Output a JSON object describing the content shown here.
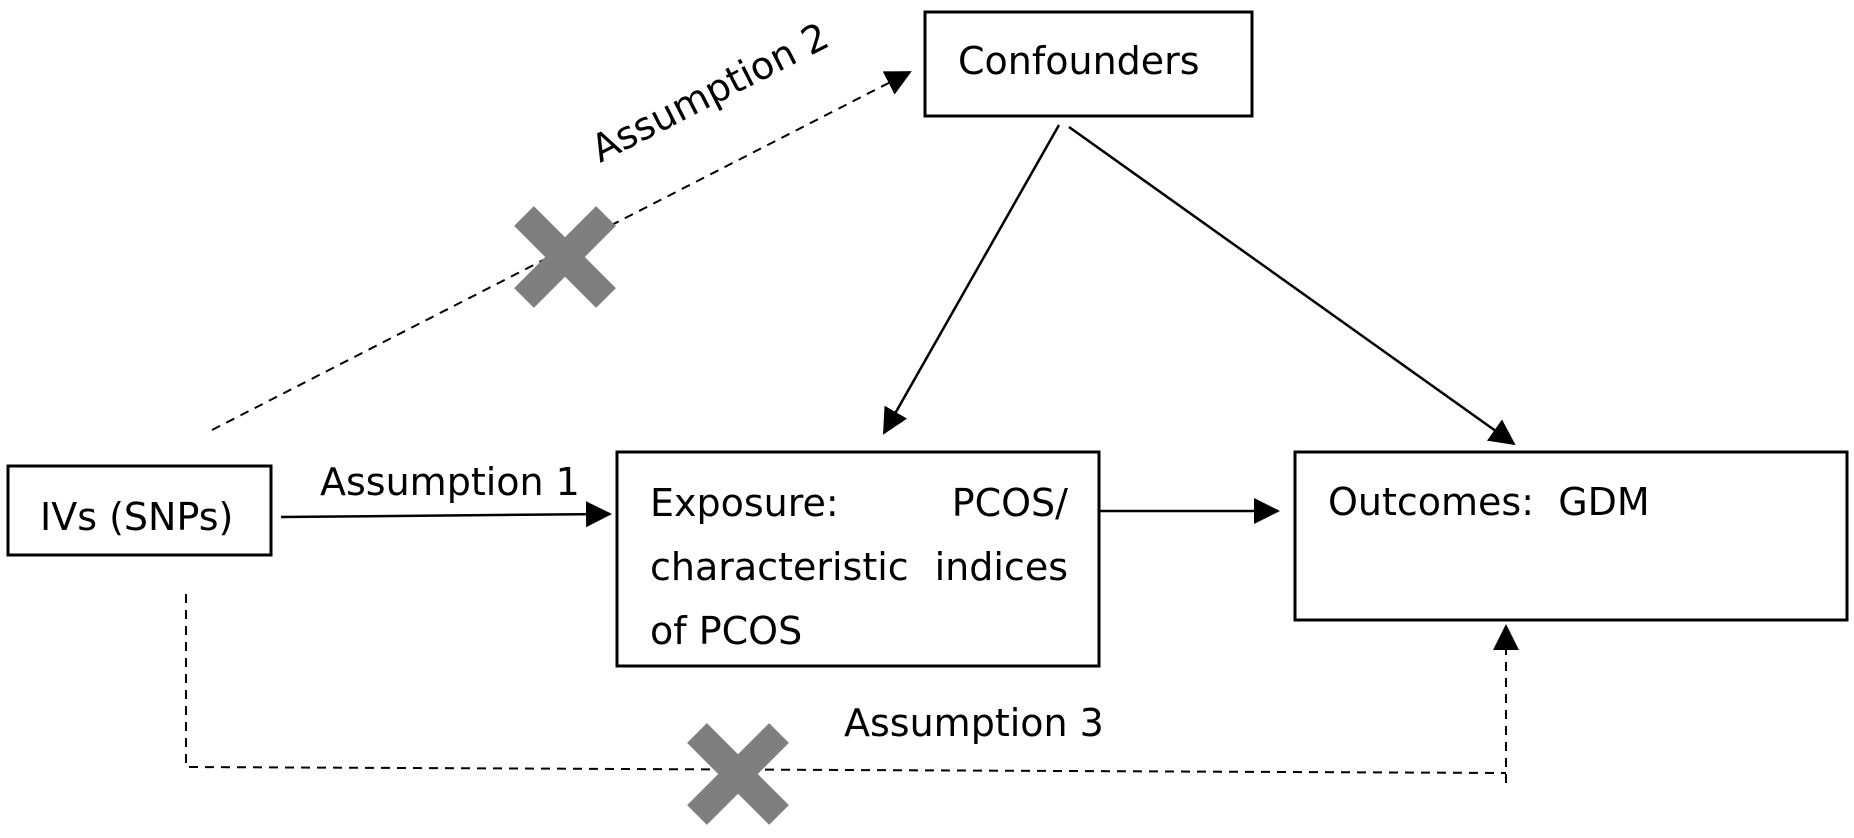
{
  "nodes": {
    "ivs": {
      "label": "IVs (SNPs)"
    },
    "confounders": {
      "label": "Confounders"
    },
    "exposure": {
      "line1_left": "Exposure:",
      "line1_right": "PCOS/",
      "line2_left": "characteristic",
      "line2_right": "indices",
      "line3": "of PCOS"
    },
    "outcomes": {
      "label": "Outcomes:  GDM"
    }
  },
  "edges": {
    "assumption1": {
      "label": "Assumption 1"
    },
    "assumption2": {
      "label": "Assumption 2"
    },
    "assumption3": {
      "label": "Assumption 3"
    }
  },
  "colors": {
    "cross": "#7f7f7f",
    "line": "#000000",
    "box_border": "#000000"
  },
  "icons": {
    "violated_marker": "cross-icon"
  }
}
